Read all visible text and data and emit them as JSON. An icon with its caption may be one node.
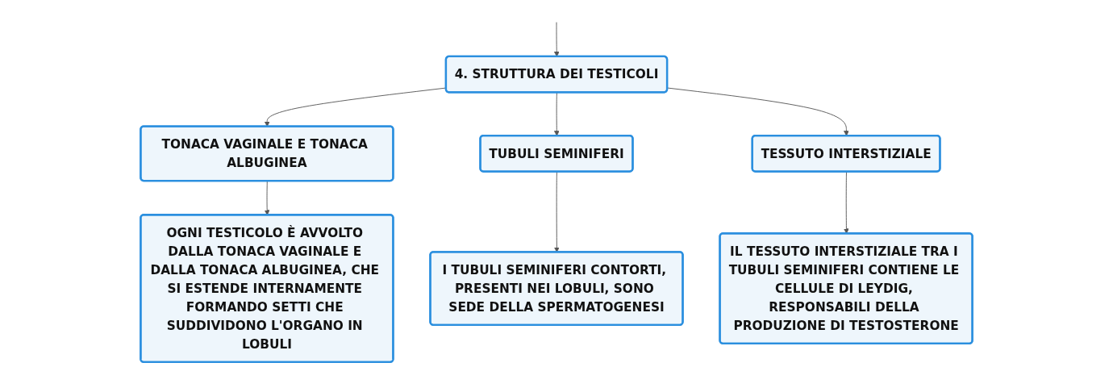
{
  "diagram": {
    "nodes": [
      {
        "text": [
          "4. STRUTTURA DEI TESTICOLI"
        ]
      },
      {
        "text": [
          "TONACA VAGINALE E TONACA ALBUGINEA"
        ]
      },
      {
        "text": [
          "TUBULI SEMINIFERI"
        ]
      },
      {
        "text": [
          "TESSUTO INTERSTIZIALE"
        ]
      },
      {
        "text": [
          "OGNI TESTICOLO È AVVOLTO DALLA TONACA VAGINALE E DALLA TONACA ALBUGINEA, CHE SI ESTENDE INTERNAMENTE FORMANDO SETTI CHE SUDDIVIDONO L'ORGANO IN LOBULI"
        ]
      },
      {
        "text": [
          "I TUBULI SEMINIFERI CONTORTI, PRESENTI NEI LOBULI, SONO SEDE DELLA SPERMATOGENESI"
        ]
      },
      {
        "text": [
          "IL TESSUTO INTERSTIZIALE TRA I TUBULI SEMINIFERI CONTIENE LE CELLULE DI LEYDIG, RESPONSABILI DELLA PRODUZIONE DI TESTOSTERONE"
        ]
      }
    ],
    "edges": [
      {
        "from": null,
        "to": 0,
        "arrow": "to"
      },
      {
        "from": 0,
        "to": 1,
        "arrow": "to"
      },
      {
        "from": 0,
        "to": 2,
        "arrow": "to"
      },
      {
        "from": 0,
        "to": 3,
        "arrow": "to"
      },
      {
        "from": 1,
        "to": 4,
        "arrow": "to"
      },
      {
        "from": 2,
        "to": 5,
        "arrow": "to"
      },
      {
        "from": 3,
        "to": 6,
        "arrow": "to"
      }
    ]
  }
}
